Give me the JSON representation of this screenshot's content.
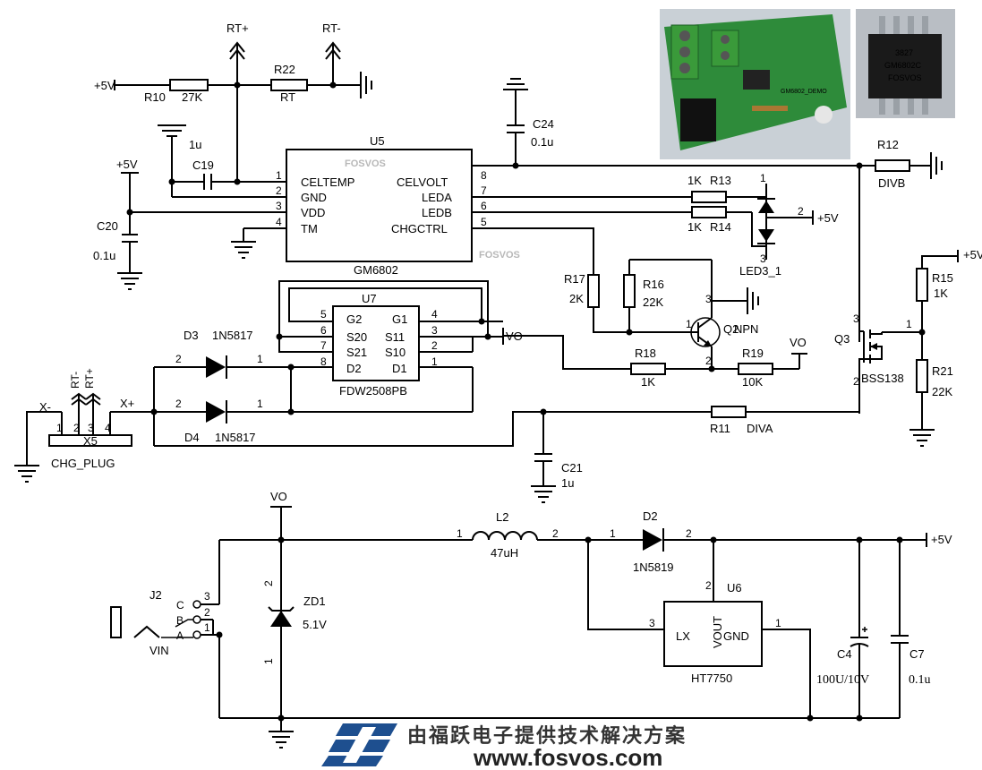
{
  "labels": {
    "r10": "R10",
    "r10_val": "27K",
    "r22": "R22",
    "r22_val": "RT",
    "rt_plus": "RT+",
    "rt_minus": "RT-",
    "plus5v_a": "+5V",
    "plus5v_b": "+5V",
    "plus5v_c": "+5V",
    "plus5v_d": "+5V",
    "plus5v_e": "+5V",
    "c19": "C19",
    "c19_val": "1u",
    "c20": "C20",
    "c20_val": "0.1u",
    "c24": "C24",
    "c24_val": "0.1u",
    "u5": "U5",
    "u5_part": "GM6802",
    "u5_pins_left": [
      "CELTEMP",
      "GND",
      "VDD",
      "TM"
    ],
    "u5_pins_right": [
      "CELVOLT",
      "LEDA",
      "LEDB",
      "CHGCTRL"
    ],
    "u5_pinnum_left": [
      "1",
      "2",
      "3",
      "4"
    ],
    "u5_pinnum_right": [
      "8",
      "7",
      "6",
      "5"
    ],
    "watermark": "FOSVOS",
    "r12": "R12",
    "r12_val": "DIVB",
    "r13": "R13",
    "r13_val": "1K",
    "r14": "R14",
    "r14_val": "1K",
    "led3": "LED3_1",
    "led_pin1": "1",
    "led_pin2": "2",
    "led_pin3": "3",
    "u7": "U7",
    "u7_part": "FDW2508PB",
    "u7_pins_left": [
      "G2",
      "S20",
      "S21",
      "D2"
    ],
    "u7_pins_right": [
      "G1",
      "S11",
      "S10",
      "D1"
    ],
    "u7_pinnum_left": [
      "5",
      "6",
      "7",
      "8"
    ],
    "u7_pinnum_right": [
      "4",
      "3",
      "2",
      "1"
    ],
    "vo_a": "VO",
    "vo_b": "VO",
    "vo_c": "VO",
    "r17": "R17",
    "r17_val": "2K",
    "r16": "R16",
    "r16_val": "22K",
    "q2": "Q2",
    "q2_type": "NPN",
    "r18": "R18",
    "r18_val": "1K",
    "r19": "R19",
    "r19_val": "10K",
    "q3": "Q3",
    "q3_part": "BSS138",
    "r15": "R15",
    "r15_val": "1K",
    "r21": "R21",
    "r21_val": "22K",
    "d3": "D3",
    "d3_part": "1N5817",
    "d4": "D4",
    "d4_part": "1N5817",
    "x_minus": "X-",
    "x_plus": "X+",
    "x5": "X5",
    "chg_plug": "CHG_PLUG",
    "r11": "R11",
    "r11_val": "DIVA",
    "c21": "C21",
    "c21_val": "1u",
    "l2": "L2",
    "l2_val": "47uH",
    "d2": "D2",
    "d2_part": "1N5819",
    "u6": "U6",
    "u6_part": "HT7750",
    "u6_lx": "LX",
    "u6_vout": "VOUT",
    "u6_gnd": "GND",
    "j2": "J2",
    "vin": "VIN",
    "zd1": "ZD1",
    "zd1_val": "5.1V",
    "c4": "C4",
    "c4_val": "100U/10V",
    "c7": "C7",
    "c7_val": "0.1u",
    "footer_cn": "由福跃电子提供技术解决方案",
    "footer_url": "www.fosvos.com",
    "photo_board_text": "GM6802_DEMO",
    "photo_chip_lines": [
      "3827",
      "GM6802C",
      "FOSVOS"
    ]
  },
  "colors": {
    "board_green": "#2e8b3a",
    "terminal_green": "#3a9a3a",
    "chip_black": "#1a1a1a",
    "photo_bg": "#c9d0d6",
    "logo_blue": "#1e4f8f"
  },
  "icons": {
    "ground": "ground-icon",
    "antenna_arrow": "terminal-arrow-icon",
    "logo": "fosvos-logo-icon"
  }
}
